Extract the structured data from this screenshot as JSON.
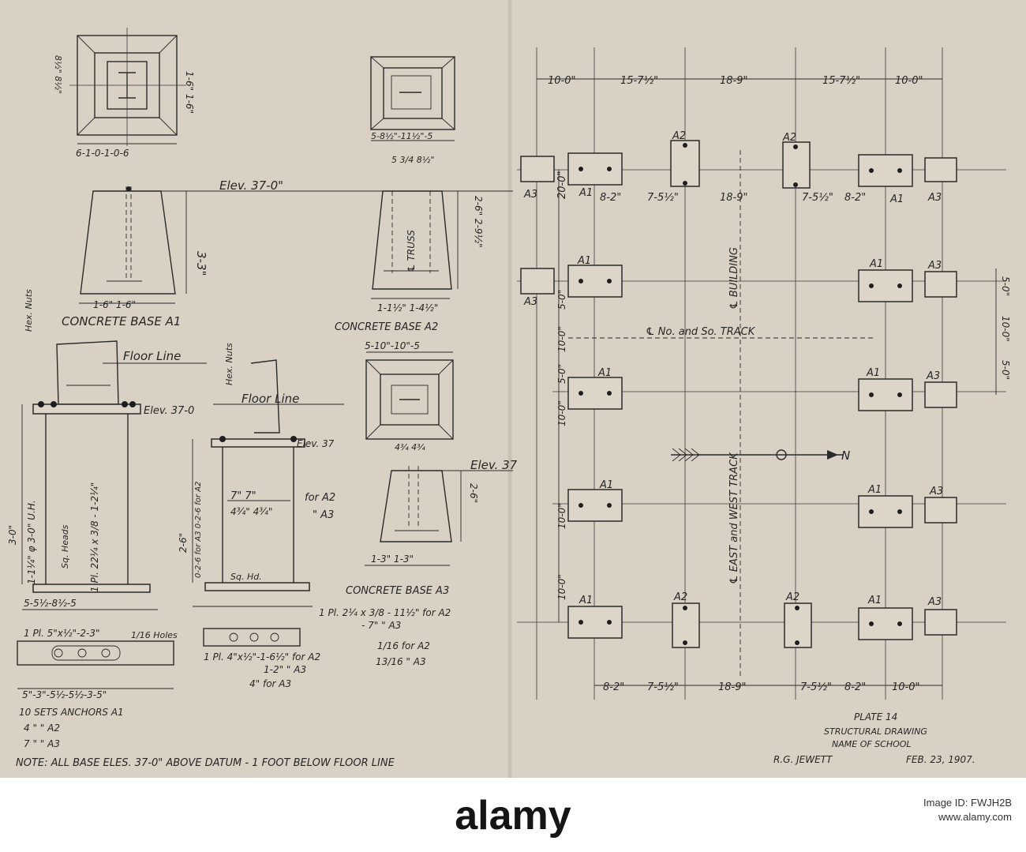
{
  "footings": {
    "elevation_label": "Elev. 37-0\"",
    "a1_title": "CONCRETE BASE A1",
    "a2_title": "CONCRETE BASE A2",
    "a3_title": "CONCRETE BASE A3",
    "a1_plan_dims": "6-1-0-1-0-6",
    "a1_plan_side": "1-6\"  1-6\"",
    "a1_height": "3-3\"",
    "a1_bottom": "1-6\"  1-6\"",
    "a1_top_dims": "8½\"  8½\"",
    "a2_plan_dims": "5-8½\"-11½\"-5",
    "a2_plan_sub": "5 3/4 8½\"",
    "a2_truss": "℄ TRUSS",
    "a2_height": "2-6\"  2-9½\"",
    "a2_bottom": "1-1½\"  1-4½\"",
    "a3_plan_dims": "5-10\"-10\"-5",
    "a3_top_dims": "4¾ 4¾",
    "a3_height": "2-6\"",
    "a3_bottom": "1-3\"  1-3\"",
    "elev_37": "Elev. 37"
  },
  "anchors": {
    "floor_line": "Floor Line",
    "hex_nuts": "Hex. Nuts",
    "elev_37_0": "Elev. 37-0",
    "bolt_len": "1-1¼\" φ 3-0\" U.H.",
    "sq_heads": "Sq. Heads",
    "height": "3-0\"",
    "plate_a1_vert": "1 Pl. 22¼ x 3/8 - 1-2¼\"",
    "plate_a1": "1 Pl. 5\"x½\"-2-3\"",
    "holes": "1/16 Holes",
    "a1_spacing": "5-5½-8½-5",
    "a1_hole_spacing": "5\"-3\"-5½-5½-3-5\"",
    "a2_height_note": "0-2-6 for A3  0-2-6 for A2",
    "a2_tip": "2-6\"",
    "a2_width": "7\"  7\"",
    "a2_sub": "4¾\"  4¾\"",
    "for_a2": "for A2",
    "for_a3": "\" A3",
    "sq_hd": "Sq. Hd.",
    "plate_a2": "1 Pl. 2¼ x 3/8 - 11½\" for A2",
    "plate_a3": "- 7\"  \" A3",
    "plate_4": "1 Pl. 4\"x½\"-1-6½\" for A2",
    "plate_4b": "1-2\"  \" A3",
    "plate_4c": "4\" for A3",
    "holes_a2": "1/16 for A2",
    "holes_a3": "13/16 \" A3"
  },
  "notes": {
    "sets_title": "10 SETS ANCHORS A1",
    "sets_a2": "4     \"        \"      A2",
    "sets_a3": "7     \"        \"      A3",
    "main_note": "NOTE: ALL BASE ELES. 37-0\" ABOVE DATUM - 1 FOOT BELOW FLOOR LINE"
  },
  "plan": {
    "top_dims": [
      "10-0\"",
      "15-7½\"",
      "18-9\"",
      "15-7½\"",
      "10-0\""
    ],
    "bottom_dims": [
      "8-2\"",
      "7-5½\"",
      "18-9\"",
      "7-5½\"",
      "8-2\"",
      "10-0\""
    ],
    "mid_dims": [
      "8-2\"",
      "7-5½\"",
      "18-9\"",
      "7-5½\"",
      "8-2\""
    ],
    "left_dims": [
      "20-0\"",
      "5-0\"",
      "10-0\"",
      "5-0\"",
      "10-0\"",
      "10-0\"",
      "10-0\""
    ],
    "right_dims": [
      "5-0\"",
      "10-0\"",
      "5-0\""
    ],
    "labels": {
      "a1": "A1",
      "a2": "A2",
      "a3": "A3"
    },
    "building_cl": "℄ BUILDING",
    "track_cl": "℄ No. and So. TRACK",
    "ew_track": "℄ EAST and WEST TRACK",
    "north": "N"
  },
  "title_block": {
    "plate": "PLATE 14",
    "kind": "STRUCTURAL DRAWING",
    "school": "NAME OF SCHOOL",
    "author": "R.G. JEWETT",
    "date": "FEB. 23, 1907."
  },
  "watermark": {
    "brand": "alamy",
    "code_line1": "Image ID: FWJH2B",
    "code_line2": "www.alamy.com"
  }
}
